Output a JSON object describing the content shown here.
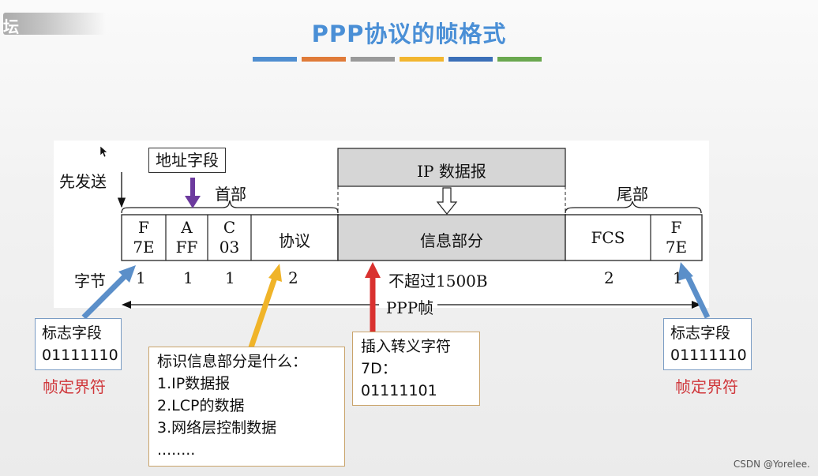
{
  "corner_text": "坛",
  "title": "PPP协议的帧格式",
  "color_bars": [
    "#4f8ed0",
    "#e07b39",
    "#9a9a9a",
    "#f2b630",
    "#3b6fb8",
    "#6aa84f"
  ],
  "diagram": {
    "send_first_label": "先发送",
    "header_label": "首部",
    "trailer_label": "尾部",
    "ip_datagram_label": "IP 数据报",
    "fields": [
      {
        "line1": "F",
        "line2": "7E",
        "bytes": "1"
      },
      {
        "line1": "A",
        "line2": "FF",
        "bytes": "1"
      },
      {
        "line1": "C",
        "line2": "03",
        "bytes": "1"
      },
      {
        "line1": "协议",
        "line2": "",
        "bytes": "2"
      },
      {
        "line1": "信息部分",
        "line2": "",
        "bytes": "不超过1500B"
      },
      {
        "line1": "FCS",
        "line2": "",
        "bytes": "2"
      },
      {
        "line1": "F",
        "line2": "7E",
        "bytes": "1"
      }
    ],
    "bytes_label": "字节",
    "frame_label": "PPP帧"
  },
  "annotations": {
    "address_field": "地址字段",
    "flag_left": {
      "line1": "标志字段",
      "line2": "01111110",
      "caption": "帧定界符"
    },
    "flag_right": {
      "line1": "标志字段",
      "line2": "01111110",
      "caption": "帧定界符"
    },
    "protocol_note": {
      "line1": "标识信息部分是什么：",
      "line2": "1.IP数据报",
      "line3": "2.LCP的数据",
      "line4": "3.网络层控制数据",
      "line5": "........"
    },
    "escape_note": {
      "line1": "插入转义字符",
      "line2": "7D：01111101"
    }
  },
  "credit": "CSDN @Yorelee."
}
